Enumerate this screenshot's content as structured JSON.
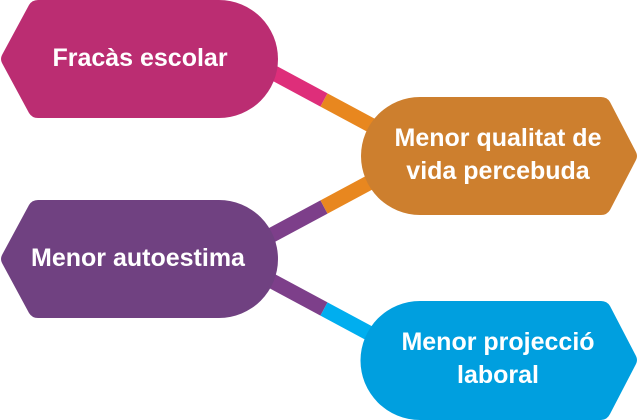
{
  "nodes": {
    "school_failure": {
      "label": "Fracàs escolar",
      "color": "#BB2D72",
      "line_color": "#DE2E7A"
    },
    "low_self_esteem": {
      "label": "Menor autoestima",
      "color": "#704181",
      "line_color": "#7D3F8A"
    },
    "quality_of_life": {
      "label_line1": "Menor qualitat de",
      "label_line2": "vida percebuda",
      "color": "#CD7F2E",
      "line_color": "#E8871F"
    },
    "job_projection": {
      "label_line1": "Menor projecció",
      "label_line2": "laboral",
      "color": "#009FDF",
      "line_color": "#00AEEF"
    }
  }
}
